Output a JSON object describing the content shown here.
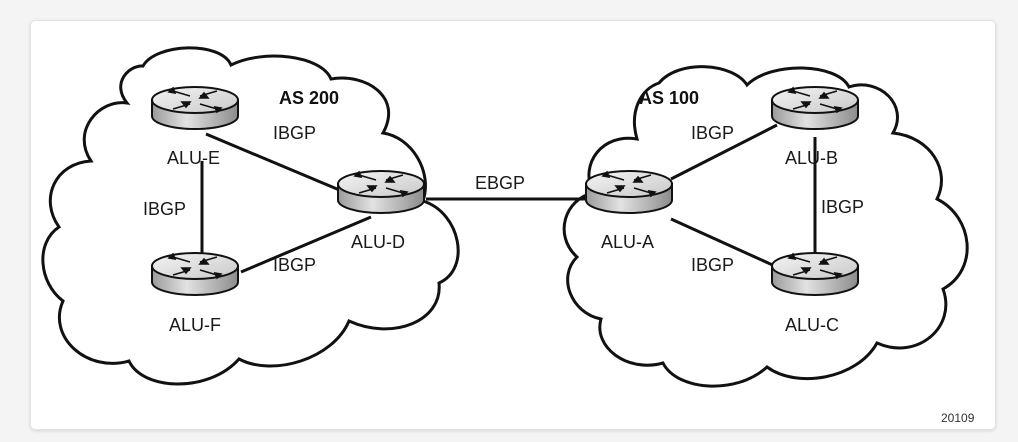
{
  "diagram": {
    "as_left": {
      "label": "AS 200"
    },
    "as_right": {
      "label": "AS 100"
    },
    "routers": {
      "alu_a": {
        "label": "ALU-A"
      },
      "alu_b": {
        "label": "ALU-B"
      },
      "alu_c": {
        "label": "ALU-C"
      },
      "alu_d": {
        "label": "ALU-D"
      },
      "alu_e": {
        "label": "ALU-E"
      },
      "alu_f": {
        "label": "ALU-F"
      }
    },
    "links": {
      "e_d": "IBGP",
      "e_f": "IBGP",
      "f_d": "IBGP",
      "d_a": "EBGP",
      "a_b": "IBGP",
      "a_c": "IBGP",
      "b_c": "IBGP"
    },
    "figure_number": "20109"
  }
}
